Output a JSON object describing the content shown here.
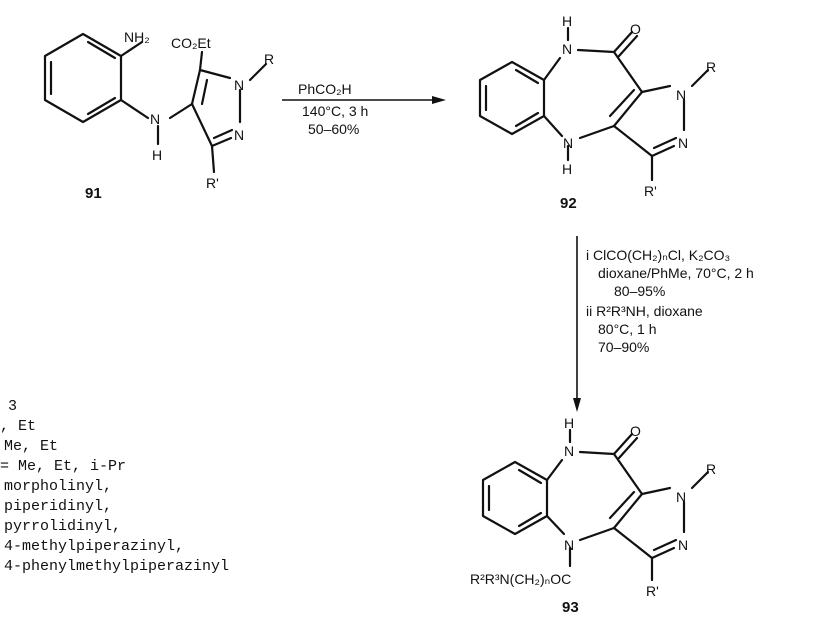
{
  "compounds": {
    "c91": {
      "number": "91",
      "atoms": {
        "nh2": "NH₂",
        "co2et": "CO₂Et",
        "n_link": "N",
        "h_link": "H",
        "n1": "N",
        "n2": "N",
        "r": "R",
        "r1": "R'"
      }
    },
    "c92": {
      "number": "92",
      "atoms": {
        "h_top": "H",
        "n_top": "N",
        "o": "O",
        "n_bottom": "N",
        "h_bottom": "H",
        "n1": "N",
        "n2": "N",
        "r": "R",
        "r1": "R'"
      }
    },
    "c93": {
      "number": "93",
      "atoms": {
        "h_top": "H",
        "n_top": "N",
        "o": "O",
        "n_bottom": "N",
        "n1": "N",
        "n2": "N",
        "r": "R",
        "r1": "R'",
        "side_chain": "R²R³N(CH₂)ₙOC"
      }
    }
  },
  "reactions": {
    "step1": {
      "reagent": "PhCO₂H",
      "conditions": "140°C, 3 h",
      "yield": "50–60%"
    },
    "step2": {
      "line1": "i ClCO(CH₂)ₙCl, K₂CO₃",
      "line2": "dioxane/PhMe, 70°C, 2 h",
      "line3": "80–95%",
      "line4": "ii R²R³NH, dioxane",
      "line5": "80°C, 1 h",
      "line6": "70–90%"
    }
  },
  "legend": {
    "lines": [
      "3",
      ", Et",
      "Me, Et",
      "= Me, Et, i-Pr",
      "morpholinyl,",
      "piperidinyl,",
      "pyrrolidinyl,",
      "4-methylpiperazinyl,",
      "4-phenylmethylpiperazinyl"
    ]
  }
}
